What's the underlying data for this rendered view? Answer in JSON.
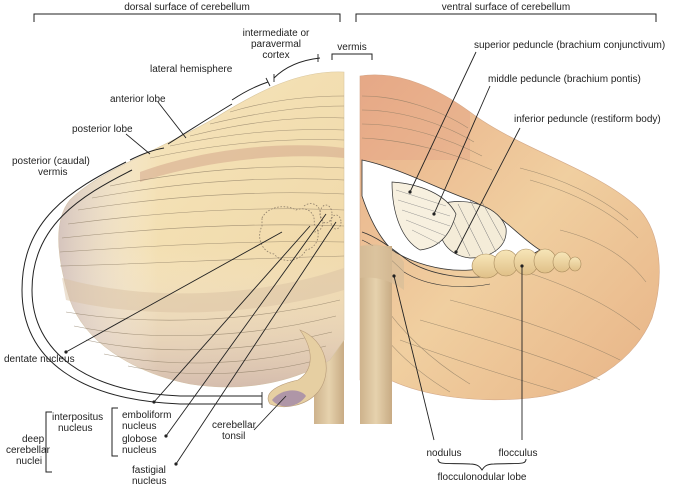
{
  "headers": {
    "dorsal": "dorsal surface of cerebellum",
    "ventral": "ventral surface of cerebellum"
  },
  "labels": {
    "intermediate": [
      "intermediate or",
      "paravermal",
      "cortex"
    ],
    "vermis": "vermis",
    "lateral_hemisphere": "lateral hemisphere",
    "anterior_lobe": "anterior lobe",
    "posterior_lobe": "posterior lobe",
    "posterior_vermis": [
      "posterior (caudal)",
      "vermis"
    ],
    "superior_peduncle": "superior peduncle (brachium conjunctivum)",
    "middle_peduncle": "middle peduncle (brachium pontis)",
    "inferior_peduncle": "inferior peduncle (restiform body)",
    "dentate_nucleus": "dentate nucleus",
    "emboliform": [
      "emboliform",
      "nucleus"
    ],
    "globose": [
      "globose",
      "nucleus"
    ],
    "interpositus": [
      "interpositus",
      "nucleus"
    ],
    "deep_nuclei": [
      "deep",
      "cerebellar",
      "nuclei"
    ],
    "fastigial": [
      "fastigial",
      "nucleus"
    ],
    "cerebellar_tonsil": [
      "cerebellar",
      "tonsil"
    ],
    "nodulus": "nodulus",
    "flocculus": "flocculus",
    "flocculonodular": "flocculonodular lobe"
  },
  "colors": {
    "tissue_light": "#f7ecc6",
    "tissue_mid": "#efd6a6",
    "tissue_warm": "#e7b48c",
    "tissue_shadow": "#cbb3aa",
    "stem": "#d8c09a"
  }
}
